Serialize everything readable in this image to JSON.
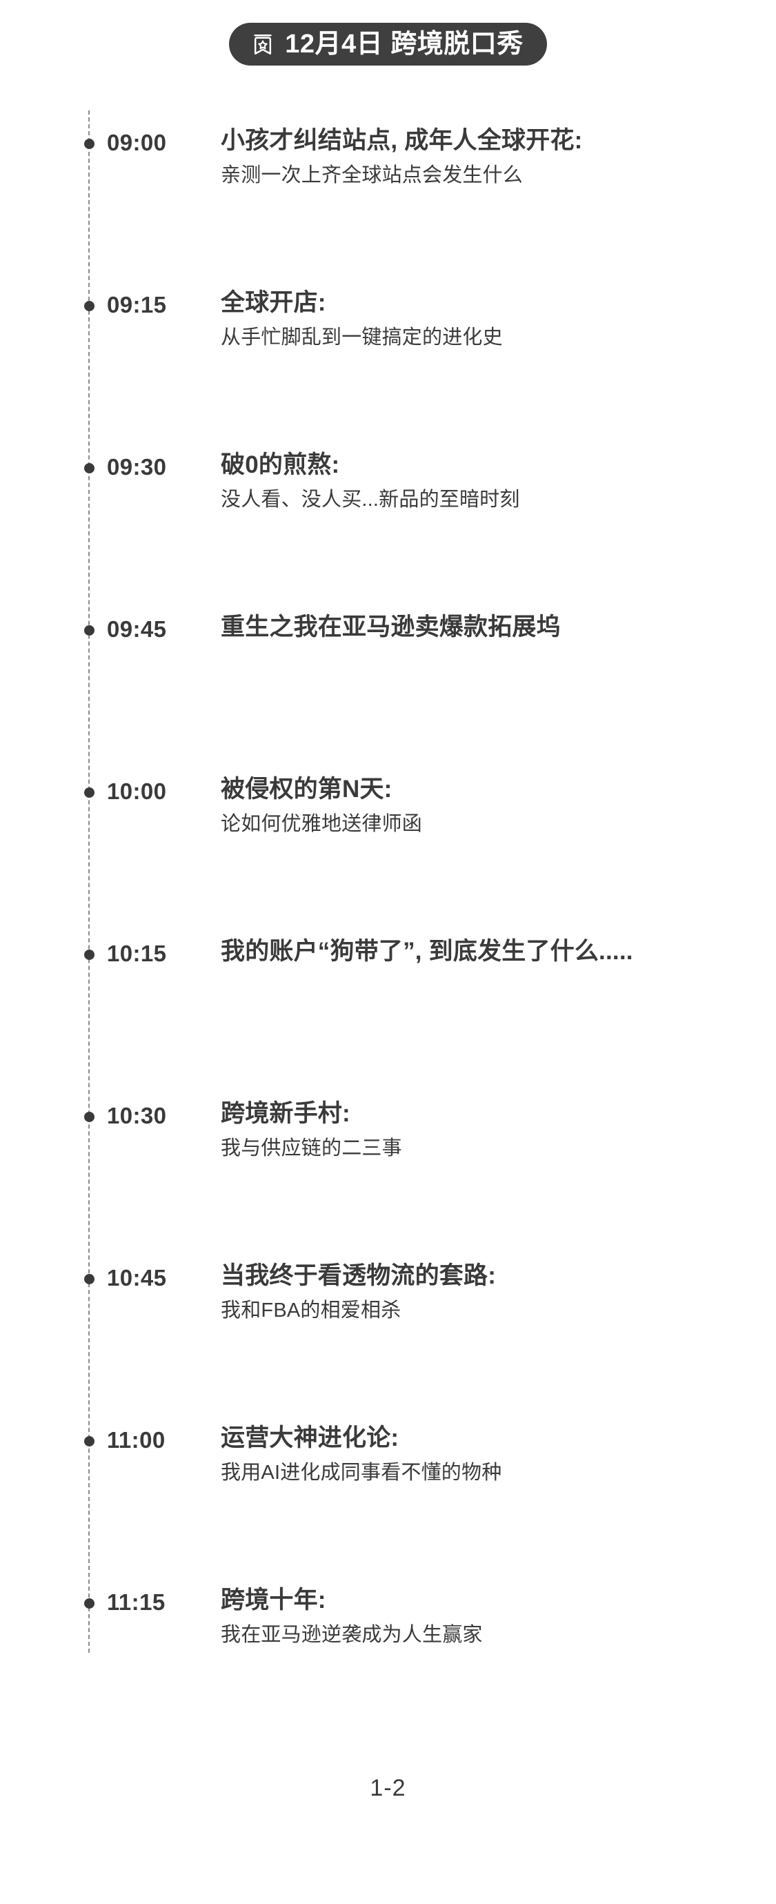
{
  "theme": {
    "background": "#ffffff",
    "text_color": "#3a3a3a",
    "pill_background": "#3f3f3f",
    "pill_text_color": "#ffffff",
    "axis_color": "#8c8c8c"
  },
  "header": {
    "icon": "bookmark-star-icon",
    "title": "12月4日 跨境脱口秀"
  },
  "timeline": {
    "entries": [
      {
        "time": "09:00",
        "title": "小孩才纠结站点, 成年人全球开花:",
        "subtitle": "亲测一次上齐全球站点会发生什么"
      },
      {
        "time": "09:15",
        "title": "全球开店:",
        "subtitle": "从手忙脚乱到一键搞定的进化史"
      },
      {
        "time": "09:30",
        "title": "破0的煎熬:",
        "subtitle": "没人看、没人买...新品的至暗时刻"
      },
      {
        "time": "09:45",
        "title": "重生之我在亚马逊卖爆款拓展坞",
        "subtitle": ""
      },
      {
        "time": "10:00",
        "title": "被侵权的第N天:",
        "subtitle": "论如何优雅地送律师函"
      },
      {
        "time": "10:15",
        "title": "我的账户“狗带了”, 到底发生了什么.....",
        "subtitle": ""
      },
      {
        "time": "10:30",
        "title": "跨境新手村:",
        "subtitle": "我与供应链的二三事"
      },
      {
        "time": "10:45",
        "title": "当我终于看透物流的套路:",
        "subtitle": "我和FBA的相爱相杀"
      },
      {
        "time": "11:00",
        "title": "运营大神进化论:",
        "subtitle": "我用AI进化成同事看不懂的物种"
      },
      {
        "time": "11:15",
        "title": "跨境十年:",
        "subtitle": "我在亚马逊逆袭成为人生赢家"
      }
    ]
  },
  "footer": {
    "page_number": "1-2"
  }
}
